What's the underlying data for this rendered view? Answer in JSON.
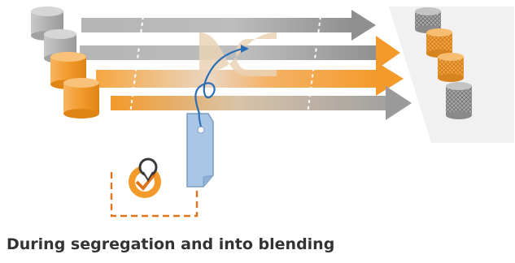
{
  "caption": "During segregation and into blending",
  "colors": {
    "orange": "#f39a2a",
    "orange_dark": "#e07b12",
    "gray": "#a8a8a8",
    "gray_dark": "#8c8c8c",
    "tag_blue": "#a9c6e6",
    "tag_outline": "#7a9cc4",
    "thread": "#2a6fb5",
    "dashed_orange": "#e0741a",
    "platform": "#f1f1f1"
  },
  "icons": {
    "source_cylinders": [
      "gray",
      "gray",
      "orange",
      "orange"
    ],
    "blend_cylinders": [
      "gray-mesh",
      "orange-mesh",
      "orange-mesh",
      "gray-mesh"
    ],
    "tag": "tag-icon",
    "verified_pin": "location-check-icon"
  }
}
